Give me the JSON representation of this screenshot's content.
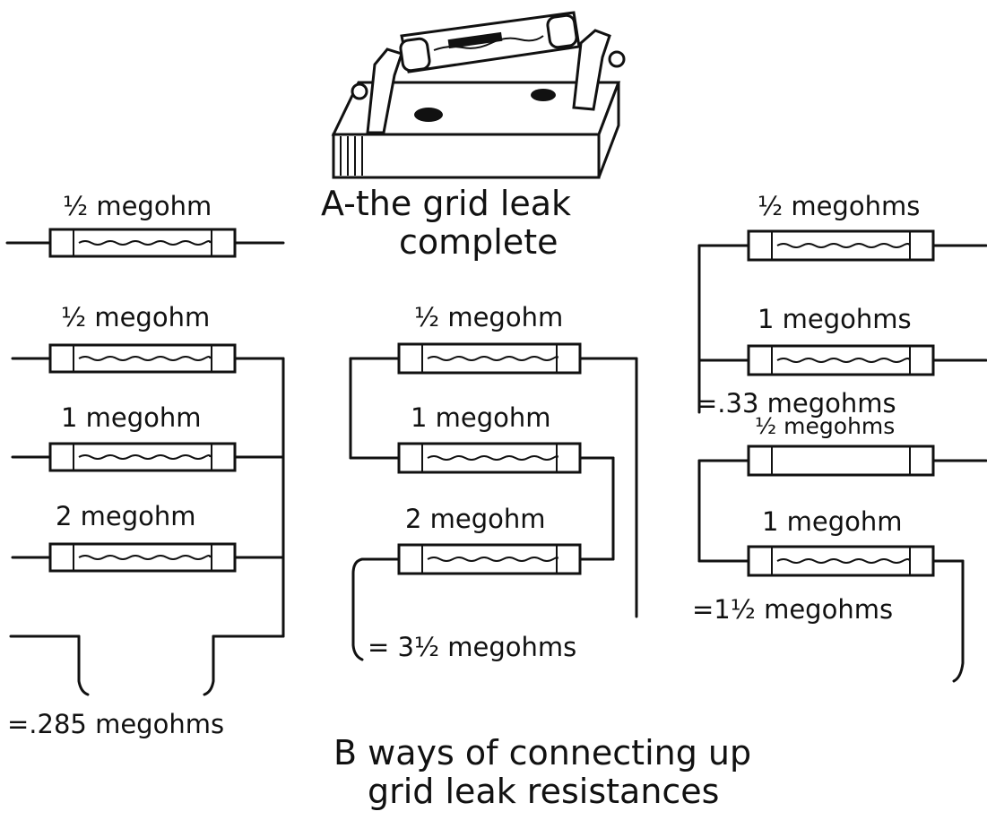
{
  "caption_a": [
    "A-the grid leak",
    "complete"
  ],
  "caption_b": [
    "B ways of connecting up",
    "grid leak resistances"
  ],
  "single": {
    "label": "½ megohm"
  },
  "parallel": {
    "labels": [
      "½ megohm",
      "1 megohm",
      "2 megohm"
    ],
    "result": "=.285 megohms"
  },
  "series": {
    "labels": [
      "½ megohm",
      "1 megohm",
      "2 megohm"
    ],
    "result": "= 3½ megohms"
  },
  "combo_parallel": {
    "labels": [
      "½ megohms",
      "1 megohms"
    ],
    "result": "=.33 megohms"
  },
  "combo_series": {
    "labels": [
      "½ megohms",
      "1 megohm"
    ],
    "result": "=1½ megohms"
  }
}
